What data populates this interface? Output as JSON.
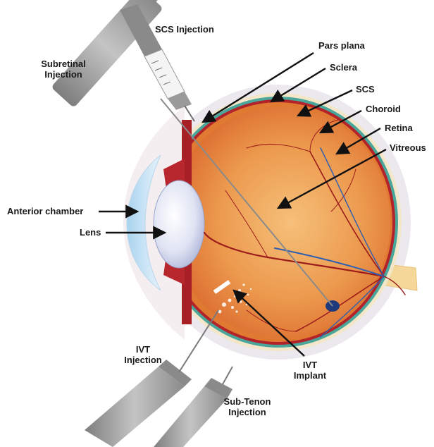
{
  "labels": {
    "scs_injection": "SCS Injection",
    "subretinal_injection_1": "Subretinal",
    "subretinal_injection_2": "Injection",
    "pars_plana": "Pars plana",
    "sclera": "Sclera",
    "scs": "SCS",
    "choroid": "Choroid",
    "retina": "Retina",
    "vitreous": "Vitreous",
    "anterior_chamber": "Anterior chamber",
    "lens": "Lens",
    "ivt_injection_1": "IVT",
    "ivt_injection_2": "Injection",
    "sub_tenon_injection_1": "Sub-Tenon",
    "sub_tenon_injection_2": "Injection",
    "ivt_implant_1": "IVT",
    "ivt_implant_2": "Implant"
  },
  "colors": {
    "sclera": "#f3e6c9",
    "scs": "#4aa59a",
    "choroid": "#b3232a",
    "retina": "#e07a32",
    "vitreous": "#f0a65a",
    "lens": "#c9cfe8",
    "cornea": "#cfe6f5",
    "syringe": "#9a9a9a",
    "vessel_red": "#9c1b1b",
    "vessel_blue": "#2f5fb3"
  }
}
